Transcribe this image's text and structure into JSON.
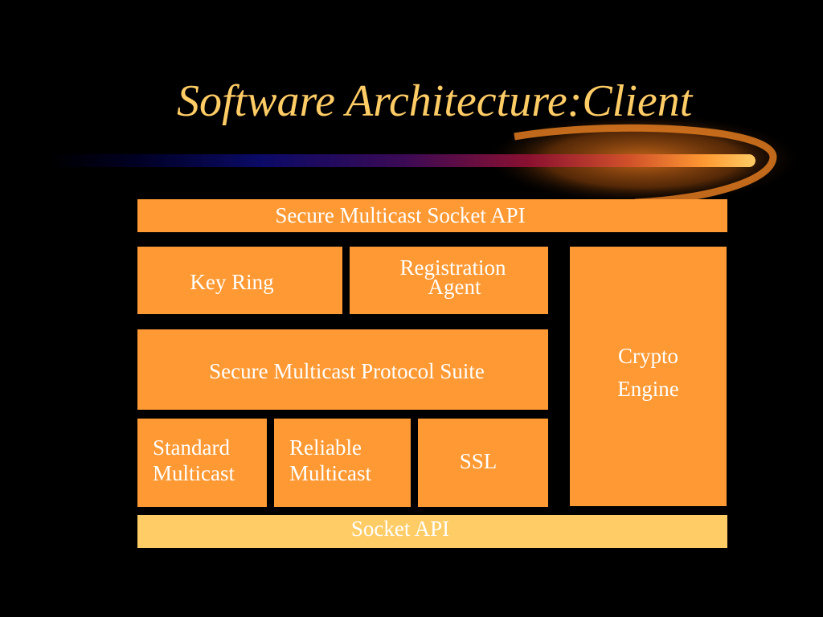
{
  "slide": {
    "title": "Software Architecture:Client",
    "colors": {
      "background": "#000000",
      "title": "#FFCC66",
      "box_fill": "#FF9933",
      "base_fill": "#FFCC66",
      "box_text": "#FFFFFF"
    }
  },
  "diagram": {
    "secure_socket_api": "Secure Multicast Socket API",
    "key_ring": "Key Ring",
    "registration_agent_line1": "Registration",
    "registration_agent_line2": "Agent",
    "protocol_suite": "Secure Multicast Protocol Suite",
    "crypto_line1": "Crypto",
    "crypto_line2": "Engine",
    "standard_line1": "Standard",
    "standard_line2": "Multicast",
    "reliable_line1": "Reliable",
    "reliable_line2": "Multicast",
    "ssl": "SSL",
    "socket_api": "Socket API"
  }
}
